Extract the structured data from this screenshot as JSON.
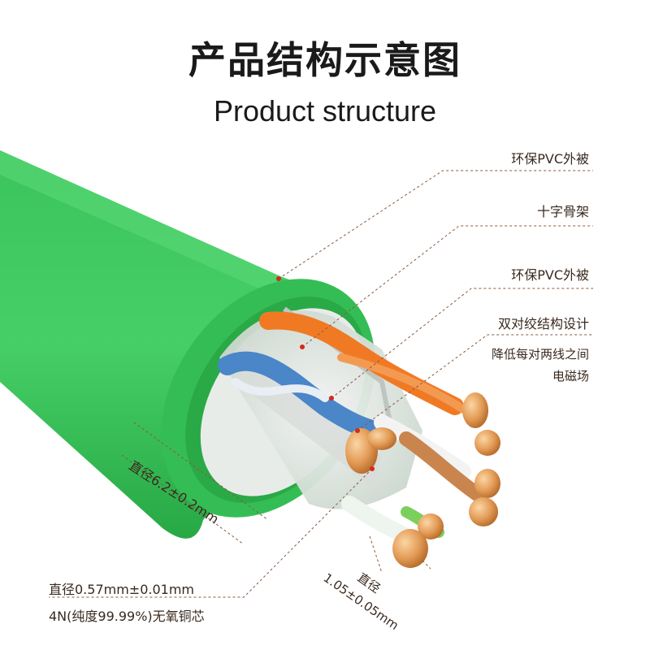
{
  "title_cn": "产品结构示意图",
  "title_en": "Product structure",
  "labels": {
    "outer_jacket": "环保PVC外被",
    "cross_skeleton": "十字骨架",
    "inner_jacket": "环保PVC外被",
    "twisted_pair": "双对绞结构设计",
    "twisted_pair_desc_1": "降低每对两线之间",
    "twisted_pair_desc_2": "电磁场",
    "cable_diameter": "直径6.2±0.2mm",
    "conductor_diameter": "直径0.57mm±0.01mm",
    "conductor_material": "4N(纯度99.99%)无氧铜芯",
    "wire_diameter_label": "直径",
    "wire_diameter_value": "1.05±0.05mm"
  },
  "colors": {
    "jacket_green": "#2bb24c",
    "jacket_light": "#49cf6a",
    "leader_line": "#8a5a3c",
    "marker_red": "#d42a1a",
    "copper": "#e29a55",
    "orange_wire": "#f07a24",
    "blue_wire": "#4a86c8"
  }
}
